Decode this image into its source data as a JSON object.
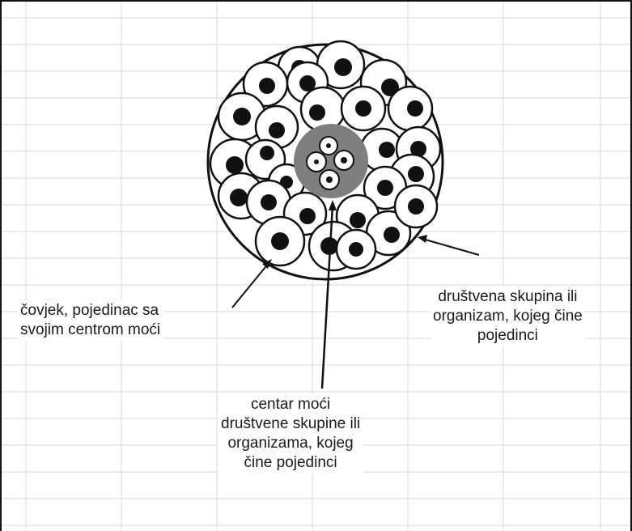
{
  "labels": {
    "individual": {
      "lines": [
        "čovjek, pojedinac sa",
        "svojim centrom moći"
      ]
    },
    "group": {
      "lines": [
        "društvena skupina ili",
        "organizam, kojeg čine",
        "pojedinci"
      ]
    },
    "center": {
      "lines": [
        "centar moći",
        "društvene skupine ili",
        "organizama, kojeg",
        "čine pojedinci"
      ]
    }
  },
  "colors": {
    "cell_fill": "#ffffff",
    "nucleus": "#111111",
    "power_center": "#7f7f7f",
    "gridline": "#d9d9d9",
    "outline": "#111111"
  }
}
